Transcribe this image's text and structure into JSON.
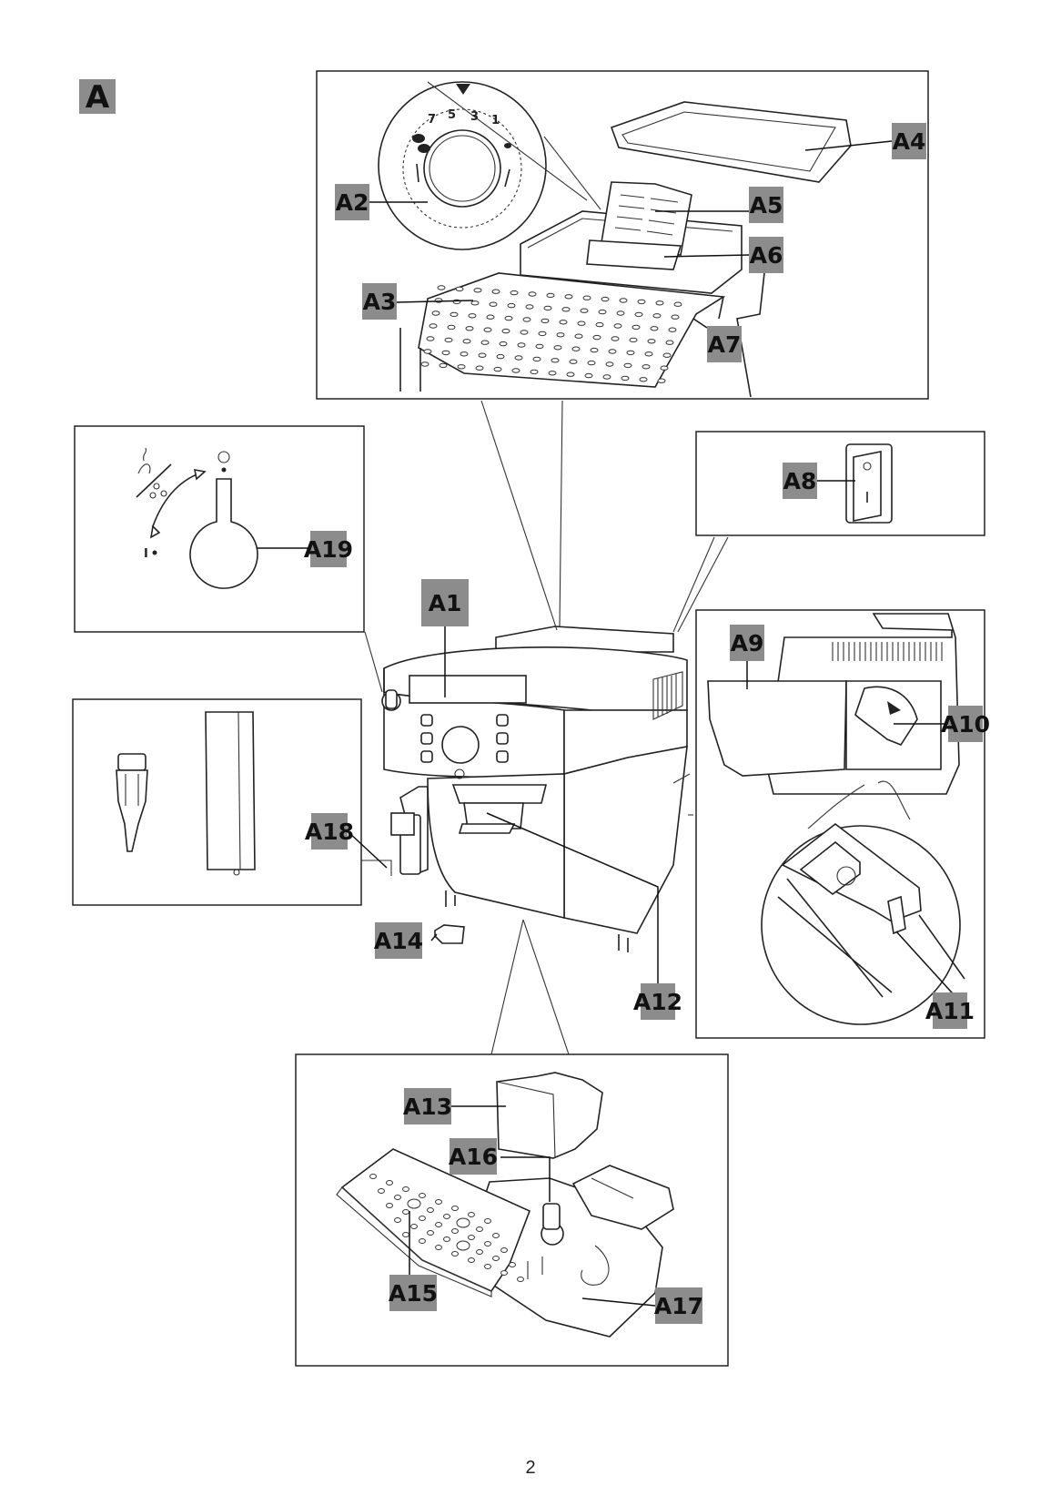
{
  "figure": {
    "section_label": "A",
    "page_number": "2"
  },
  "parts": [
    {
      "id": "A1",
      "label": "A1"
    },
    {
      "id": "A2",
      "label": "A2"
    },
    {
      "id": "A3",
      "label": "A3"
    },
    {
      "id": "A4",
      "label": "A4"
    },
    {
      "id": "A5",
      "label": "A5"
    },
    {
      "id": "A6",
      "label": "A6"
    },
    {
      "id": "A7",
      "label": "A7"
    },
    {
      "id": "A8",
      "label": "A8"
    },
    {
      "id": "A9",
      "label": "A9"
    },
    {
      "id": "A10",
      "label": "A10"
    },
    {
      "id": "A11",
      "label": "A11"
    },
    {
      "id": "A12",
      "label": "A12"
    },
    {
      "id": "A13",
      "label": "A13"
    },
    {
      "id": "A14",
      "label": "A14"
    },
    {
      "id": "A15",
      "label": "A15"
    },
    {
      "id": "A16",
      "label": "A16"
    },
    {
      "id": "A17",
      "label": "A17"
    },
    {
      "id": "A18",
      "label": "A18"
    },
    {
      "id": "A19",
      "label": "A19"
    }
  ],
  "switch_symbols": {
    "on": "I",
    "off": "O"
  },
  "dial": {
    "numbers": [
      "7",
      "5",
      "3",
      "1"
    ]
  }
}
